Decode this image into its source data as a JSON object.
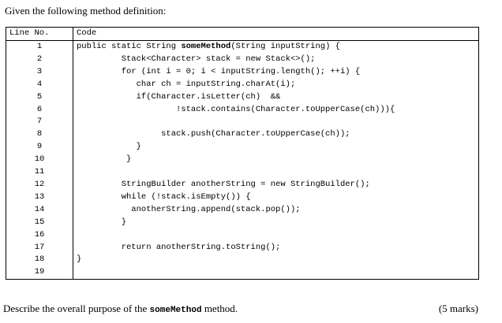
{
  "intro": "Given the following method definition:",
  "table": {
    "col_line": "Line No.",
    "col_code": "Code",
    "rows": [
      {
        "n": "1",
        "pre": "public static String ",
        "bold": "someMethod",
        "post": "(String inputString) {"
      },
      {
        "n": "2",
        "text": "         Stack<Character> stack = new Stack<>();"
      },
      {
        "n": "3",
        "text": "         for (int i = 0; i < inputString.length(); ++i) {"
      },
      {
        "n": "4",
        "text": "            char ch = inputString.charAt(i);"
      },
      {
        "n": "5",
        "text": "            if(Character.isLetter(ch)  &&"
      },
      {
        "n": "6",
        "text": "                    !stack.contains(Character.toUpperCase(ch))){"
      },
      {
        "n": "7",
        "text": ""
      },
      {
        "n": "8",
        "text": "                 stack.push(Character.toUpperCase(ch));"
      },
      {
        "n": "9",
        "text": "            }"
      },
      {
        "n": "10",
        "text": "          }"
      },
      {
        "n": "11",
        "text": ""
      },
      {
        "n": "12",
        "text": "         StringBuilder anotherString = new StringBuilder();"
      },
      {
        "n": "13",
        "text": "         while (!stack.isEmpty()) {"
      },
      {
        "n": "14",
        "text": "           anotherString.append(stack.pop());"
      },
      {
        "n": "15",
        "text": "         }"
      },
      {
        "n": "16",
        "text": ""
      },
      {
        "n": "17",
        "text": "         return anotherString.toString();"
      },
      {
        "n": "18",
        "text": "}"
      },
      {
        "n": "19",
        "text": ""
      }
    ]
  },
  "question": {
    "pre": "Describe the overall purpose of the ",
    "method": "someMethod",
    "post": " method.",
    "marks": "(5 marks)"
  }
}
